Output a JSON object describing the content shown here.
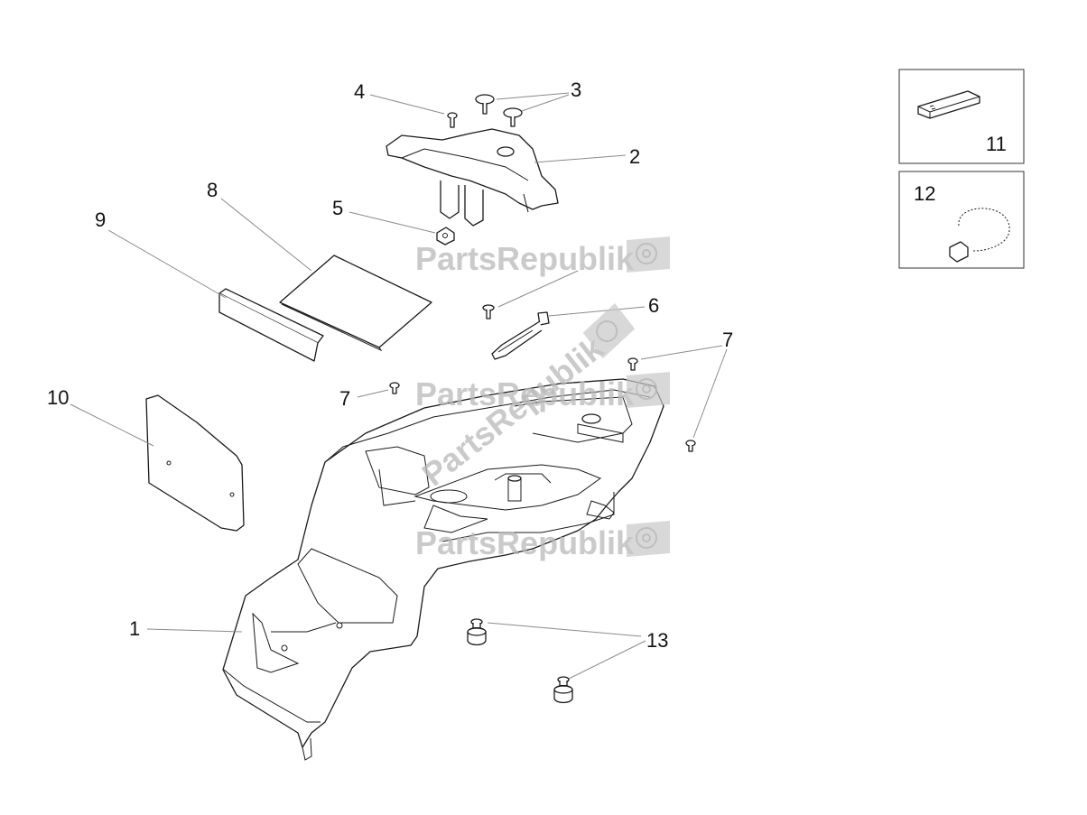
{
  "watermark": {
    "brand": "PartsRepublik"
  },
  "callouts": {
    "c1": "1",
    "c2": "2",
    "c3": "3",
    "c4": "4",
    "c5": "5",
    "c6": "6",
    "c7a": "7",
    "c7b": "7",
    "c8": "8",
    "c9": "9",
    "c10": "10",
    "c11": "11",
    "c12": "12",
    "c13": "13"
  },
  "colors": {
    "line": "#1a1a1a",
    "leader": "#8a8a8a",
    "watermark": "#b8b8b8"
  }
}
